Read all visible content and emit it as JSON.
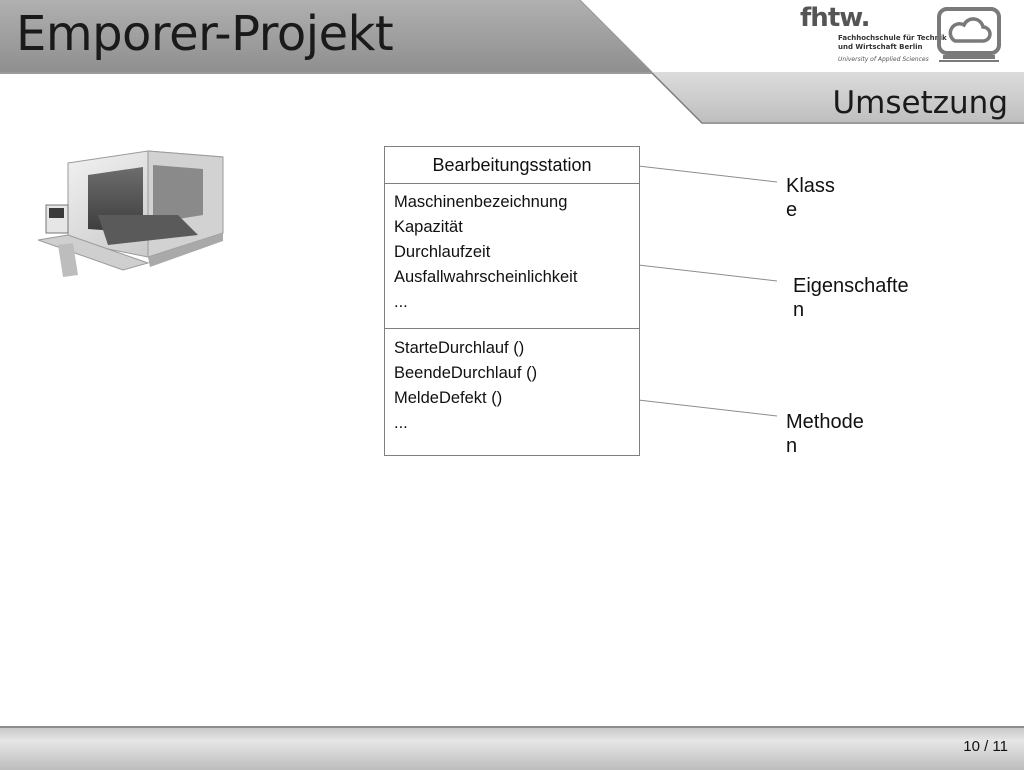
{
  "header": {
    "title": "Emporer-Projekt",
    "section": "Umsetzung",
    "colors": {
      "band_dark": "#a6a6a6",
      "band_light": "#e0e0e0"
    }
  },
  "logo": {
    "mark": "fhtw.",
    "line1": "Fachhochschule für Technik",
    "line2": "und Wirtschaft Berlin",
    "subtitle": "University of Applied Sciences",
    "icon": "cloud-monitor-icon"
  },
  "image": {
    "icon": "cnc-machine-image"
  },
  "uml": {
    "class_name": "Bearbeitungsstation",
    "attributes": [
      "Maschinenbezeichnung",
      "Kapazität",
      "Durchlaufzeit",
      "Ausfallwahrscheinlichkeit",
      "..."
    ],
    "methods": [
      "StarteDurchlauf ()",
      "BeendeDurchlauf ()",
      "MeldeDefekt ()",
      "..."
    ]
  },
  "notes": {
    "klasse": [
      "Klass",
      "e"
    ],
    "eigenschaften": [
      "Eigenschafte",
      "n"
    ],
    "methoden": [
      "Methode",
      "n"
    ]
  },
  "footer": {
    "page": "10 / 11"
  }
}
